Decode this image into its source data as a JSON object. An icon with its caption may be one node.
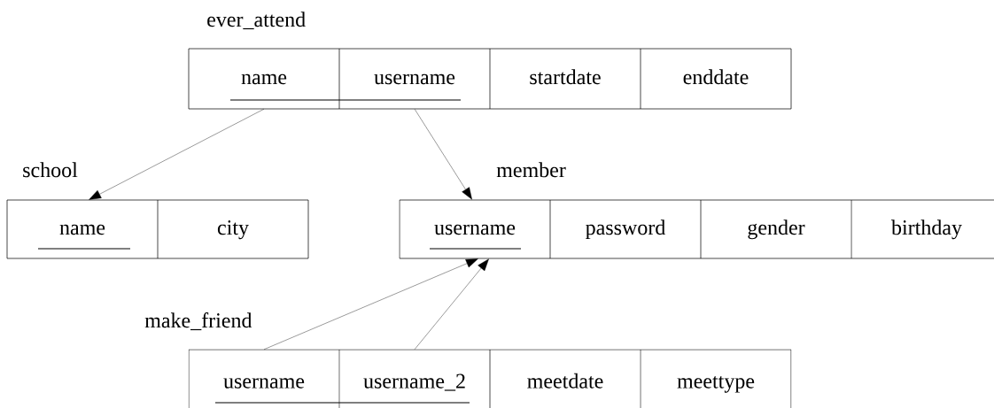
{
  "diagram": {
    "nodes": [
      {
        "text": [
          "ever_attend"
        ]
      },
      {
        "text": [
          "name"
        ],
        "in": 0
      },
      {
        "text": [
          "username"
        ],
        "in": 0
      },
      {
        "text": [
          "startdate"
        ],
        "in": 0
      },
      {
        "text": [
          "enddate"
        ],
        "in": 0
      },
      {
        "text": [
          "school"
        ]
      },
      {
        "text": [
          "name"
        ],
        "in": 5
      },
      {
        "text": [
          "city"
        ],
        "in": 5
      },
      {
        "text": [
          "member"
        ]
      },
      {
        "text": [
          "username"
        ],
        "in": 8
      },
      {
        "text": [
          "password"
        ],
        "in": 8
      },
      {
        "text": [
          "gender"
        ],
        "in": 8
      },
      {
        "text": [
          "birthday"
        ],
        "in": 8
      },
      {
        "text": [
          "make_friend"
        ]
      },
      {
        "text": [
          "username"
        ],
        "in": 13
      },
      {
        "text": [
          "username_2"
        ],
        "in": 13
      },
      {
        "text": [
          "meetdate"
        ],
        "in": 13
      },
      {
        "text": [
          "meettype"
        ],
        "in": 13
      }
    ],
    "edges": [
      {
        "from": 1,
        "to": 6,
        "arrow": "to"
      },
      {
        "from": 2,
        "to": 9,
        "arrow": "to"
      },
      {
        "from": 14,
        "to": 9,
        "arrow": "to"
      },
      {
        "from": 15,
        "to": 9,
        "arrow": "to"
      }
    ]
  }
}
